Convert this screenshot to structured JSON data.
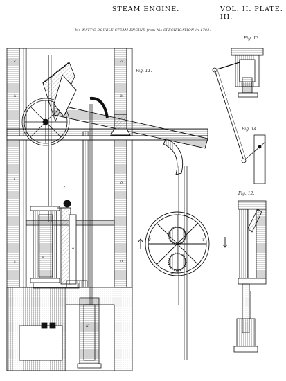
{
  "header": {
    "title": "STEAM ENGINE.",
    "volume": "VOL. II. PLATE. III."
  },
  "subtitle": "Mr WATT'S DOUBLE STEAM ENGINE from his SPECIFICATION in 1782.",
  "figures": {
    "fig11": "Fig. 11.",
    "fig12": "Fig. 12.",
    "fig13": "Fig. 13.",
    "fig14": "Fig. 14."
  },
  "colors": {
    "ink": "#111111",
    "paper": "#ffffff",
    "hatch": "#444444"
  }
}
